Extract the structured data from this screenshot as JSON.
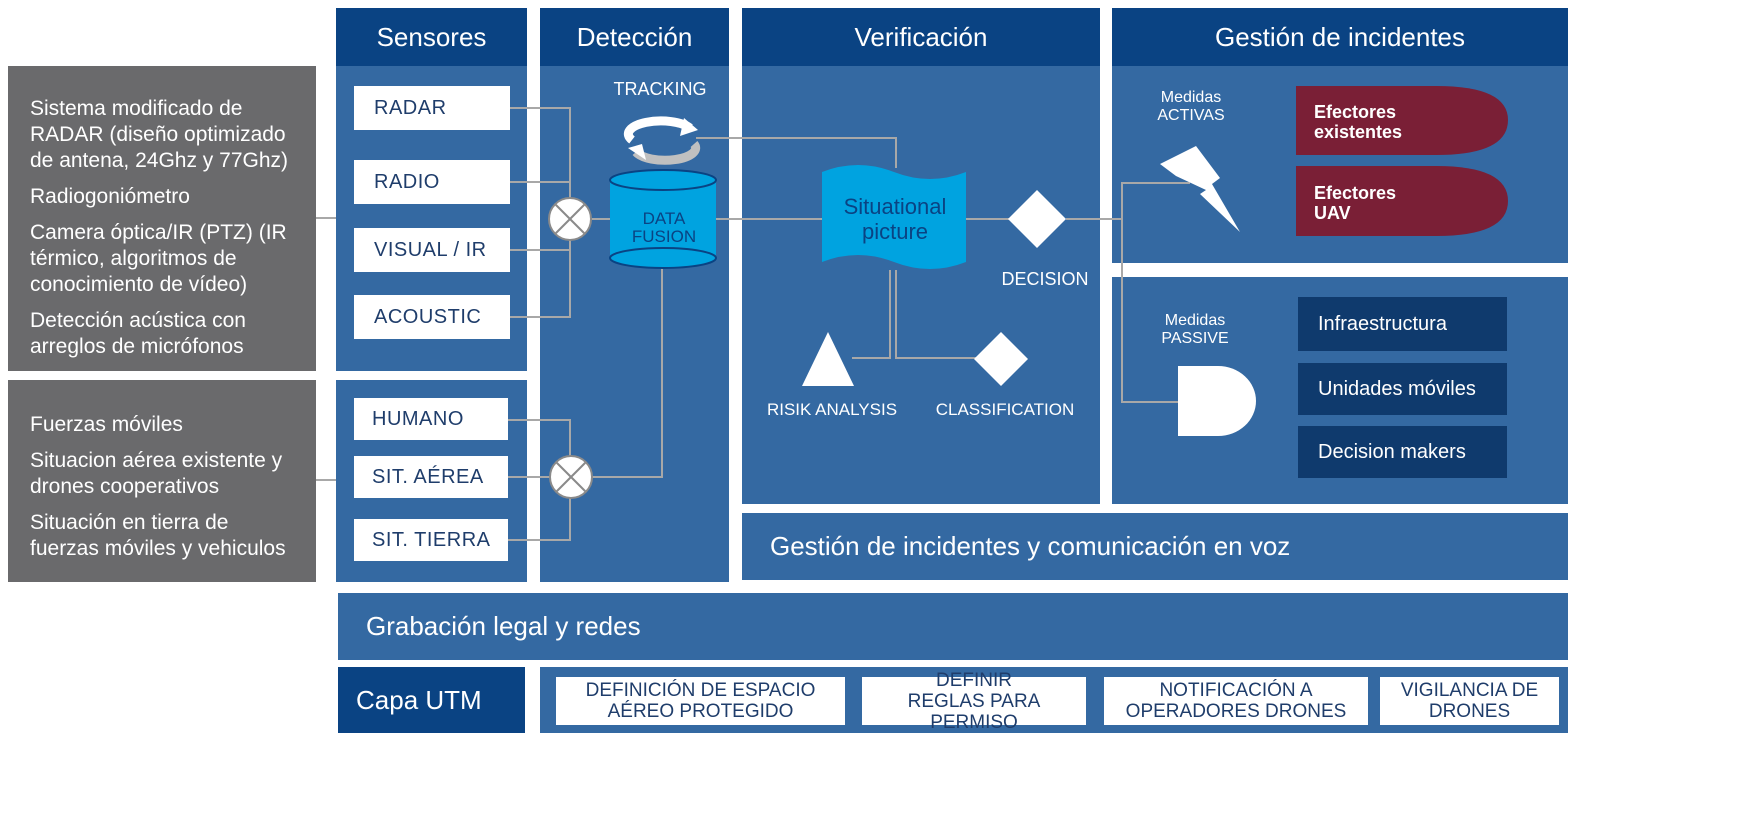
{
  "columns": {
    "sensores": "Sensores",
    "deteccion": "Detección",
    "verificacion": "Verificación",
    "gestion": "Gestión de incidentes"
  },
  "left_top": [
    "Sistema  modificado de RADAR (diseño optimizado de antena, 24Ghz y 77Ghz)",
    "Radiogoniómetro",
    "Camera óptica/IR  (PTZ) (IR térmico, algoritmos  de conocimiento  de vídeo)",
    "Detección acústica con arreglos de micrófonos"
  ],
  "left_bottom": [
    "Fuerzas móviles",
    "Situacion aérea existente y drones cooperativos",
    "Situación en tierra de fuerzas móviles  y vehiculos"
  ],
  "sensors": [
    "RADAR",
    "RADIO",
    "VISUAL / IR",
    "ACOUSTIC"
  ],
  "sources": [
    "HUMANO",
    "SIT. AÉREA",
    "SIT. TIERRA"
  ],
  "detection": {
    "tracking": "TRACKING",
    "fusion": "DATA FUSION"
  },
  "verification": {
    "picture": "Situational picture",
    "decision": "DECISION",
    "risk": "RISIK ANALYSIS",
    "classification": "CLASSIFICATION"
  },
  "incidents": {
    "active": "Medidas ACTIVAS",
    "passive": "Medidas PASSIVE",
    "effectors": [
      "Efectores existentes",
      "Efectores UAV"
    ],
    "passive_items": [
      "Infraestructura",
      "Unidades móviles",
      "Decision makers"
    ]
  },
  "voice": "Gestión de incidentes y comunicación en voz",
  "recording": "Grabación legal y redes",
  "utm": {
    "label": "Capa UTM",
    "items": [
      "DEFINICIÓN DE ESPACIO AÉREO PROTEGIDO",
      "DEFINIR REGLAS PARA PERMISO",
      "NOTIFICACIÓN A OPERADORES DRONES",
      "VIGILANCIA DE DRONES"
    ]
  },
  "colors": {
    "header": "#0a4383",
    "panel": "#3469a2",
    "grey": "#6a6a6c",
    "effector": "#7a1f36",
    "cyan": "#00a3e0"
  }
}
